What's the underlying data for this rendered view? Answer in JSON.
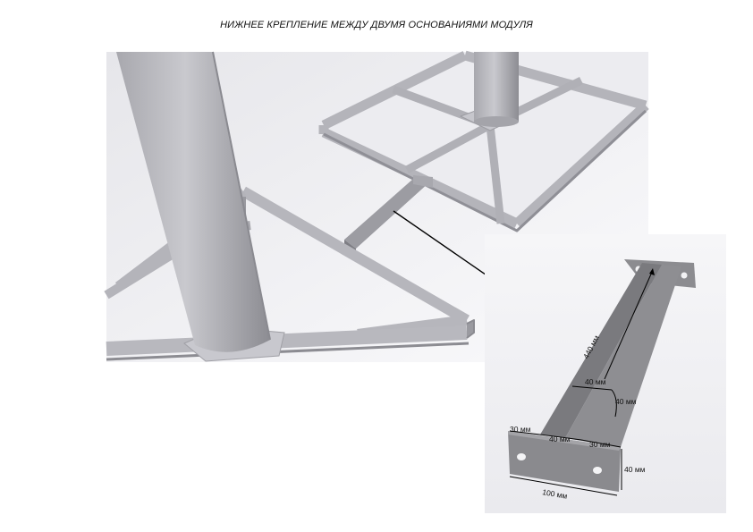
{
  "title": "НИЖНЕЕ КРЕПЛЕНИЕ МЕЖДУ ДВУМЯ ОСНОВАНИЯМИ МОДУЛЯ",
  "colors": {
    "frame": "#b8b8bc",
    "frame_dark": "#9a9aa0",
    "beam": "#8e8e92",
    "beam_dark": "#6e6e72",
    "background": "#f4f4f6",
    "arrow": "#000000"
  },
  "dimensions": {
    "length": "440 мм",
    "beam_width": "40 мм",
    "beam_height": "40 мм",
    "plate_left": "30 мм",
    "plate_middle": "40 мм",
    "plate_right": "30 мм",
    "plate_height": "40 мм",
    "plate_width": "100 мм"
  }
}
